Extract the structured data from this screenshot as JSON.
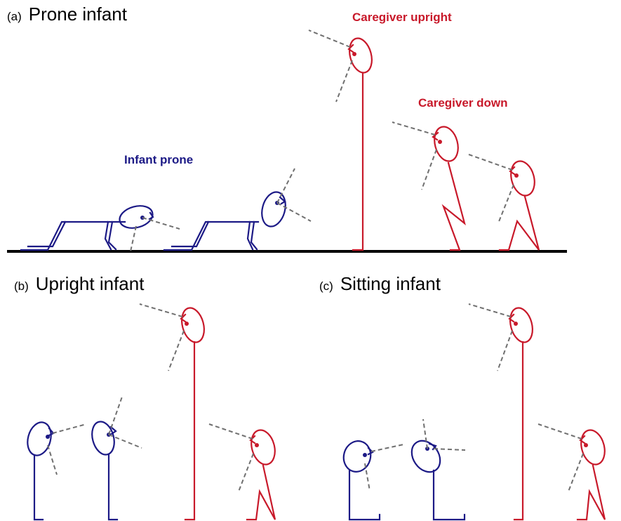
{
  "panels": {
    "a": {
      "letter": "(a)",
      "title": "Prone infant"
    },
    "b": {
      "letter": "(b)",
      "title": "Upright infant"
    },
    "c": {
      "letter": "(c)",
      "title": "Sitting infant"
    }
  },
  "labels": {
    "caregiver_upright": "Caregiver upright",
    "caregiver_down": "Caregiver down",
    "infant_prone": "Infant prone"
  },
  "colors": {
    "infant": "#1c1a86",
    "caregiver": "#c8192a",
    "gaze": "#707070",
    "floor": "#000000"
  }
}
